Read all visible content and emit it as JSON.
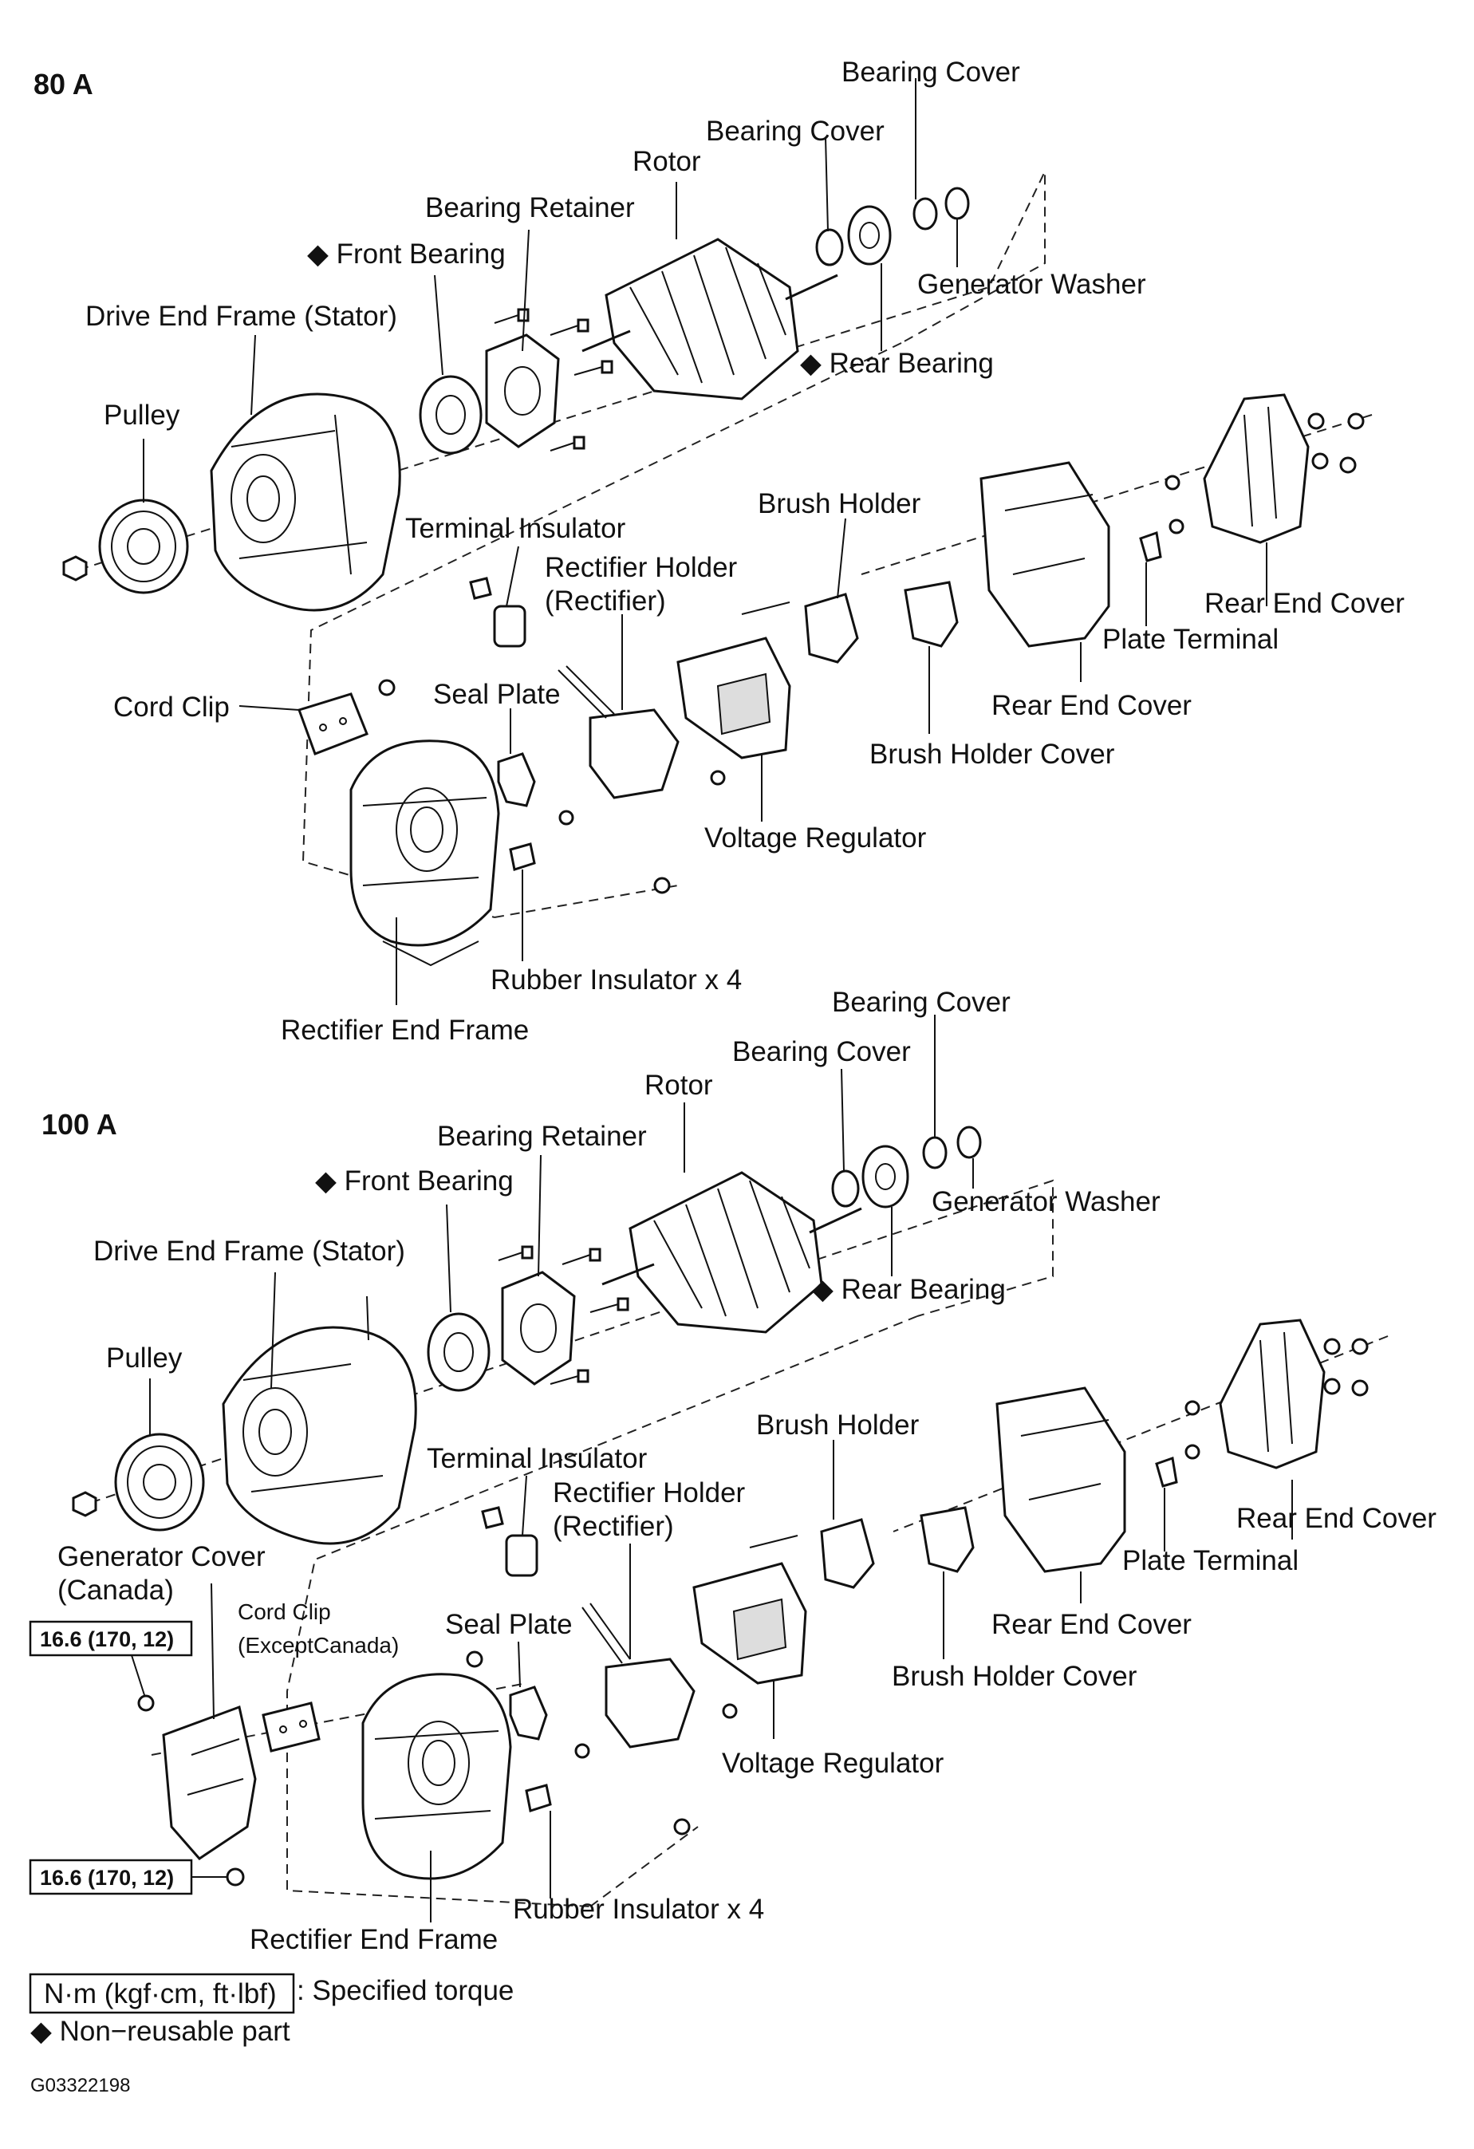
{
  "sections": [
    {
      "title": "80 A",
      "labels": {
        "bearing_cover_outer": "Bearing Cover",
        "bearing_cover_inner": "Bearing Cover",
        "rotor": "Rotor",
        "bearing_retainer": "Bearing Retainer",
        "front_bearing": "◆ Front Bearing",
        "generator_washer": "Generator Washer",
        "drive_end_frame": "Drive End Frame (Stator)",
        "rear_bearing": "◆ Rear Bearing",
        "pulley": "Pulley",
        "terminal_insulator": "Terminal Insulator",
        "brush_holder": "Brush Holder",
        "rectifier_holder_1": "Rectifier Holder",
        "rectifier_holder_2": "(Rectifier)",
        "rear_end_cover_top": "Rear End Cover",
        "plate_terminal": "Plate Terminal",
        "cord_clip": "Cord Clip",
        "seal_plate": "Seal Plate",
        "rear_end_cover": "Rear End Cover",
        "brush_holder_cover": "Brush Holder Cover",
        "voltage_regulator": "Voltage Regulator",
        "rubber_insulator": "Rubber Insulator x 4",
        "rectifier_end_frame": "Rectifier End Frame"
      }
    },
    {
      "title": "100 A",
      "labels": {
        "bearing_cover_outer": "Bearing Cover",
        "bearing_cover_inner": "Bearing Cover",
        "rotor": "Rotor",
        "bearing_retainer": "Bearing Retainer",
        "front_bearing": "◆ Front Bearing",
        "generator_washer": "Generator Washer",
        "drive_end_frame": "Drive End Frame (Stator)",
        "rear_bearing": "◆ Rear Bearing",
        "pulley": "Pulley",
        "terminal_insulator": "Terminal Insulator",
        "brush_holder": "Brush Holder",
        "rectifier_holder_1": "Rectifier Holder",
        "rectifier_holder_2": "(Rectifier)",
        "generator_cover_1": "Generator Cover",
        "generator_cover_2": "(Canada)",
        "cord_clip_1": "Cord Clip",
        "cord_clip_2": "(ExceptCanada)",
        "rear_end_cover_top": "Rear End Cover",
        "plate_terminal": "Plate Terminal",
        "seal_plate": "Seal Plate",
        "rear_end_cover": "Rear End Cover",
        "brush_holder_cover": "Brush Holder Cover",
        "torque_upper": "16.6 (170, 12)",
        "torque_lower": "16.6 (170, 12)",
        "voltage_regulator": "Voltage Regulator",
        "rubber_insulator": "Rubber Insulator x 4",
        "rectifier_end_frame": "Rectifier End Frame"
      }
    }
  ],
  "legend": {
    "torque_units": "N·m (kgf·cm, ft·lbf)",
    "torque_desc": ": Specified torque",
    "non_reusable": "◆ Non−reusable part"
  },
  "figure_code": "G03322198"
}
